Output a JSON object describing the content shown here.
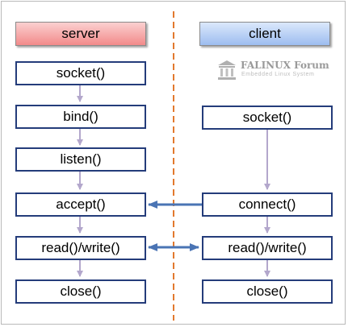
{
  "headers": {
    "server": "server",
    "client": "client"
  },
  "server_steps": [
    "socket()",
    "bind()",
    "listen()",
    "accept()",
    "read()/write()",
    "close()"
  ],
  "client_steps": [
    "socket()",
    "connect()",
    "read()/write()",
    "close()"
  ],
  "logo": {
    "title": "FALINUX Forum",
    "subtitle": "Embedded Linux System"
  },
  "colors": {
    "box_border": "#243c7a",
    "flow_arrow": "#b3a7cc",
    "link_arrow": "#4a74b4",
    "divider": "#e2792e"
  }
}
